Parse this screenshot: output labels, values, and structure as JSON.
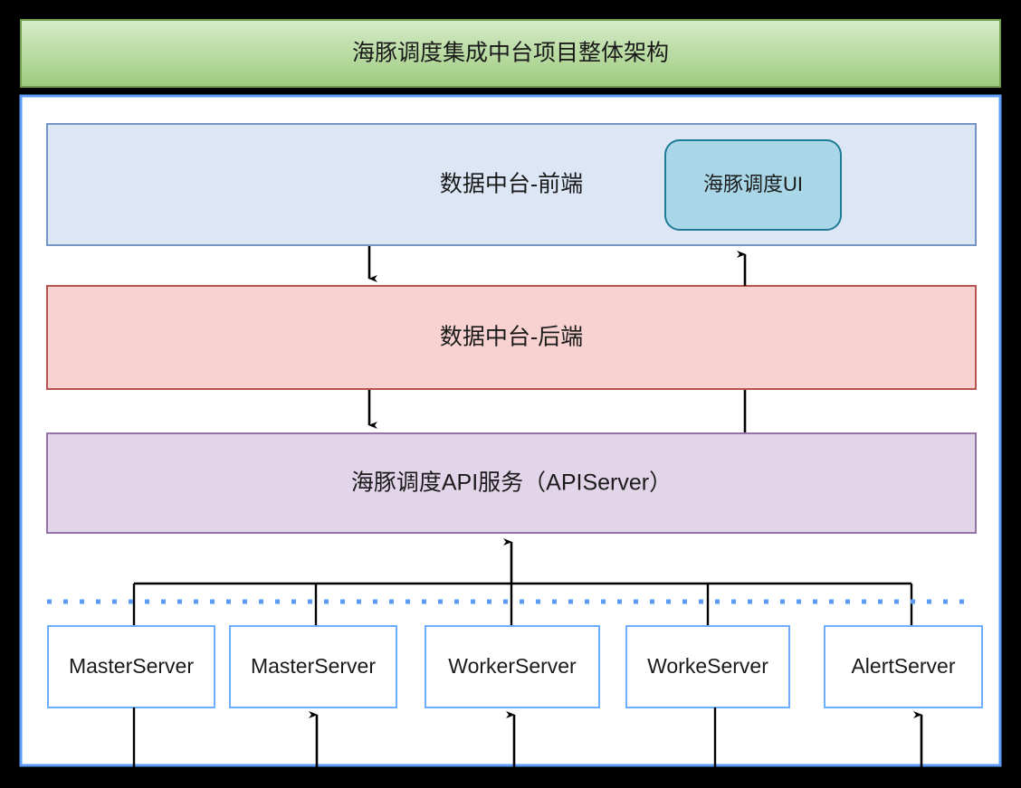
{
  "diagram": {
    "title": "海豚调度集成中台项目整体架构",
    "title_colors": {
      "fill_top": "#d6ecc8",
      "fill_bottom": "#9ecb7f",
      "border": "#6f9e52"
    },
    "frame": {
      "border_color": "#5b9bf8",
      "background": "#ffffff"
    },
    "layers": [
      {
        "id": "frontend",
        "label": "数据中台-前端",
        "fill": "#dce6f5",
        "border": "#7494c4"
      },
      {
        "id": "backend",
        "label": "数据中台-后端",
        "fill": "#f8d2d0",
        "border": "#b85450"
      },
      {
        "id": "apiserver",
        "label": "海豚调度API服务（APIServer）",
        "fill": "#e2d5ea",
        "border": "#9673a6"
      }
    ],
    "ui_node": {
      "label": "海豚调度UI",
      "fill": "#a9d7e8",
      "border": "#1f7b96"
    },
    "divider": {
      "name": "dotted-boundary-line",
      "color": "#5b9bf8"
    },
    "servers": [
      {
        "id": "master-1",
        "label": "MasterServer"
      },
      {
        "id": "master-2",
        "label": "MasterServer"
      },
      {
        "id": "worker-1",
        "label": "WorkerServer"
      },
      {
        "id": "worker-2",
        "label": "WorkeServer"
      },
      {
        "id": "alert-1",
        "label": "AlertServer"
      }
    ],
    "server_style": {
      "fill": "#ffffff",
      "border": "#6caeff"
    },
    "connectors": {
      "line_color": "#000000",
      "items": [
        {
          "id": "frontend-to-backend",
          "direction": "down"
        },
        {
          "id": "backend-to-frontend",
          "direction": "up"
        },
        {
          "id": "backend-to-apiserver",
          "direction": "down"
        },
        {
          "id": "apiserver-to-frontend",
          "direction": "up"
        },
        {
          "id": "servers-to-apiserver",
          "direction": "up"
        },
        {
          "id": "server-bus-top",
          "direction": "none"
        },
        {
          "id": "server-bus-bottom",
          "direction": "none"
        }
      ]
    }
  }
}
